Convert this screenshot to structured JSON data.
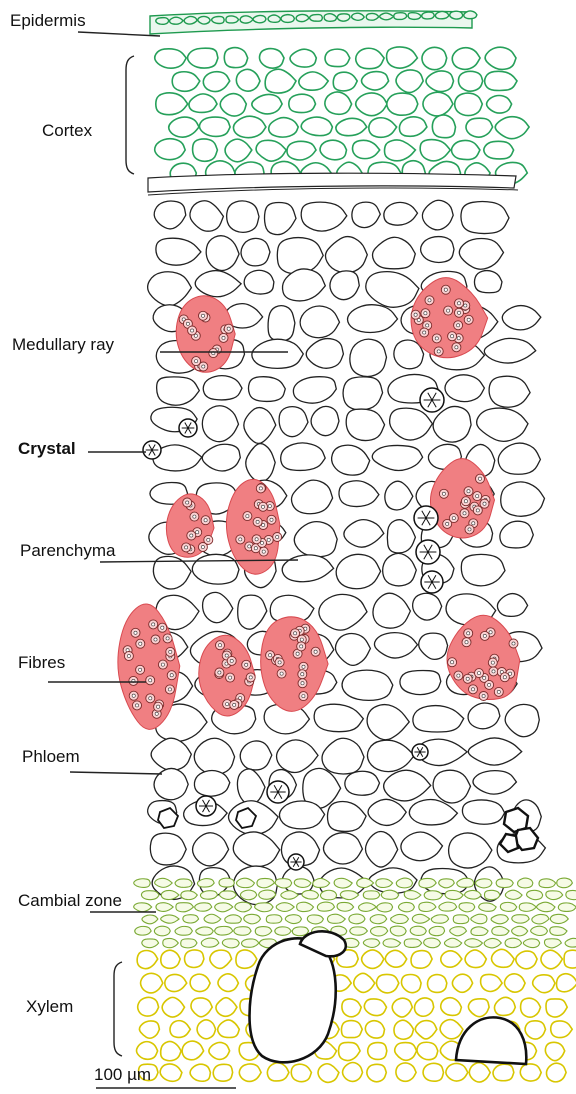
{
  "labels": {
    "epidermis": "Epidermis",
    "cortex": "Cortex",
    "medullary_ray": "Medullary ray",
    "crystal": "Crystal",
    "parenchyma": "Parenchyma",
    "fibres": "Fibres",
    "phloem": "Phloem",
    "cambial_zone": "Cambial zone",
    "xylem": "Xylem",
    "scale_bar": "100 µm"
  },
  "colors": {
    "epidermis": "#1f9a4f",
    "cortex": "#26a05a",
    "fibres": "#f07f82",
    "cambial_zone": "#7aa934",
    "xylem": "#d8c600",
    "outline": "#222222"
  }
}
